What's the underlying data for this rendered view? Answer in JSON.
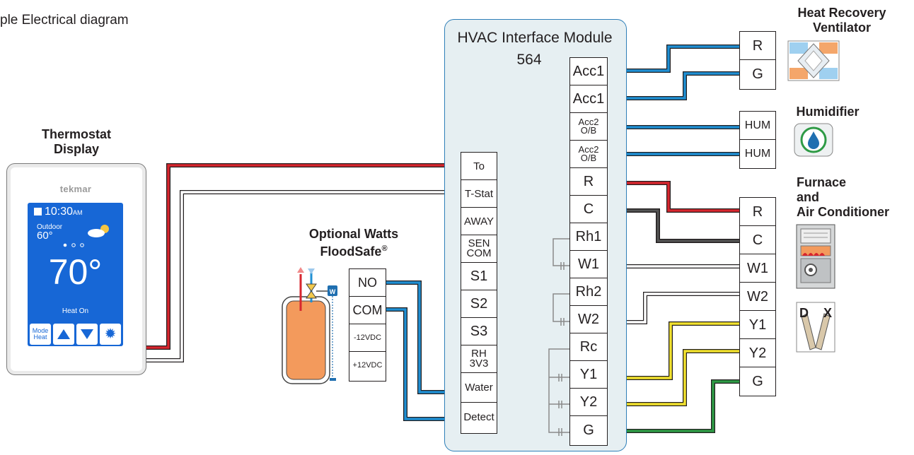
{
  "title": "ple Electrical diagram",
  "thermostat": {
    "header": "Thermostat\nDisplay",
    "brand": "tekmar",
    "time": "10:30",
    "ampm": "AM",
    "outdoor_label": "Outdoor",
    "outdoor_temp": "60°",
    "temp": "70°",
    "status": "Heat On",
    "mode_btn": "Mode\nHeat"
  },
  "floodsafe": {
    "header": "Optional Watts\nFloodSafe",
    "reg": "®",
    "valve_badge": "W",
    "terminals": [
      "NO",
      "COM",
      "-12VDC",
      "+12VDC"
    ]
  },
  "module": {
    "title": "HVAC Interface Module",
    "number": "564",
    "left_terminals": [
      "To",
      "T-Stat",
      "AWAY",
      "SEN\nCOM",
      "S1",
      "S2",
      "S3",
      "RH\n3V3",
      "Water",
      "Detect"
    ],
    "right_terminals": [
      "Acc1",
      "Acc1",
      "Acc2\nO/B",
      "Acc2\nO/B",
      "R",
      "C",
      "Rh1",
      "W1",
      "Rh2",
      "W2",
      "Rc",
      "Y1",
      "Y2",
      "G"
    ]
  },
  "hrv": {
    "header": "Heat Recovery\nVentilator",
    "terminals": [
      "R",
      "G"
    ]
  },
  "humidifier": {
    "header": "Humidifier",
    "terminals": [
      "HUM",
      "HUM"
    ]
  },
  "furnace": {
    "header": "Furnace\nand\nAir Conditioner",
    "terminals": [
      "R",
      "C",
      "W1",
      "W2",
      "Y1",
      "Y2",
      "G"
    ],
    "dx_d": "D",
    "dx_x": "X"
  },
  "colors": {
    "red": "#d7262e",
    "blue": "#1f8fd3",
    "black": "#231f20",
    "yellow": "#f2e22e",
    "green": "#2e9a45",
    "screen": "#1767d6",
    "module_fill": "#e6eff2"
  }
}
